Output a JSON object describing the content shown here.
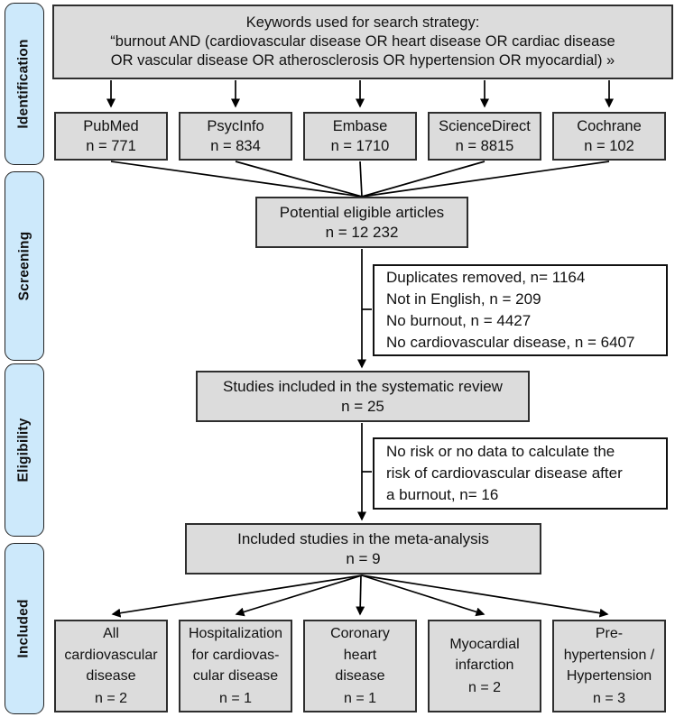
{
  "sidebar": {
    "stages": [
      {
        "label": "Identification"
      },
      {
        "label": "Screening"
      },
      {
        "label": "Eligibility"
      },
      {
        "label": "Included"
      }
    ]
  },
  "keywords_box": {
    "lines": [
      "Keywords used for search strategy:",
      "“burnout AND (cardiovascular disease OR heart disease OR cardiac disease",
      "OR vascular disease OR atherosclerosis OR hypertension OR myocardial) »"
    ]
  },
  "databases": [
    {
      "name": "PubMed",
      "count": "n = 771"
    },
    {
      "name": "PsycInfo",
      "count": "n = 834"
    },
    {
      "name": "Embase",
      "count": "n = 1710"
    },
    {
      "name": "ScienceDirect",
      "count": "n = 8815"
    },
    {
      "name": "Cochrane",
      "count": "n = 102"
    }
  ],
  "screening": {
    "potential": {
      "title": "Potential eligible articles",
      "count": "n = 12 232"
    },
    "excluded": {
      "lines": [
        "Duplicates removed, n= 1164",
        "Not in English, n = 209",
        "No burnout, n = 4427",
        "No cardiovascular disease, n = 6407"
      ]
    }
  },
  "eligibility": {
    "systematic_review": {
      "title": "Studies included in the systematic review",
      "count": "n = 25"
    },
    "excluded": {
      "lines": [
        "No risk or no data to calculate the",
        "risk of cardiovascular disease after",
        "a burnout, n= 16"
      ]
    }
  },
  "included": {
    "meta_analysis": {
      "title": "Included studies in the meta-analysis",
      "count": "n = 9"
    }
  },
  "outcomes": [
    {
      "lines": [
        "All",
        "cardiovascular",
        "disease"
      ],
      "count": "n = 2"
    },
    {
      "lines": [
        "Hospitalization",
        "for cardiovas-",
        "cular disease"
      ],
      "count": "n = 1"
    },
    {
      "lines": [
        "Coronary",
        "heart",
        "disease"
      ],
      "count": "n = 1"
    },
    {
      "lines": [
        "Myocardial",
        "infarction"
      ],
      "count": "n = 2"
    },
    {
      "lines": [
        "Pre-",
        "hypertension /",
        "Hypertension"
      ],
      "count": "n = 3"
    }
  ],
  "colors": {
    "process_box_fill": "#dcdcdc",
    "process_box_border": "#2e2e2e",
    "stage_fill": "#cde9fb",
    "exclusion_box_fill": "#ffffff",
    "connector": "#000000"
  }
}
